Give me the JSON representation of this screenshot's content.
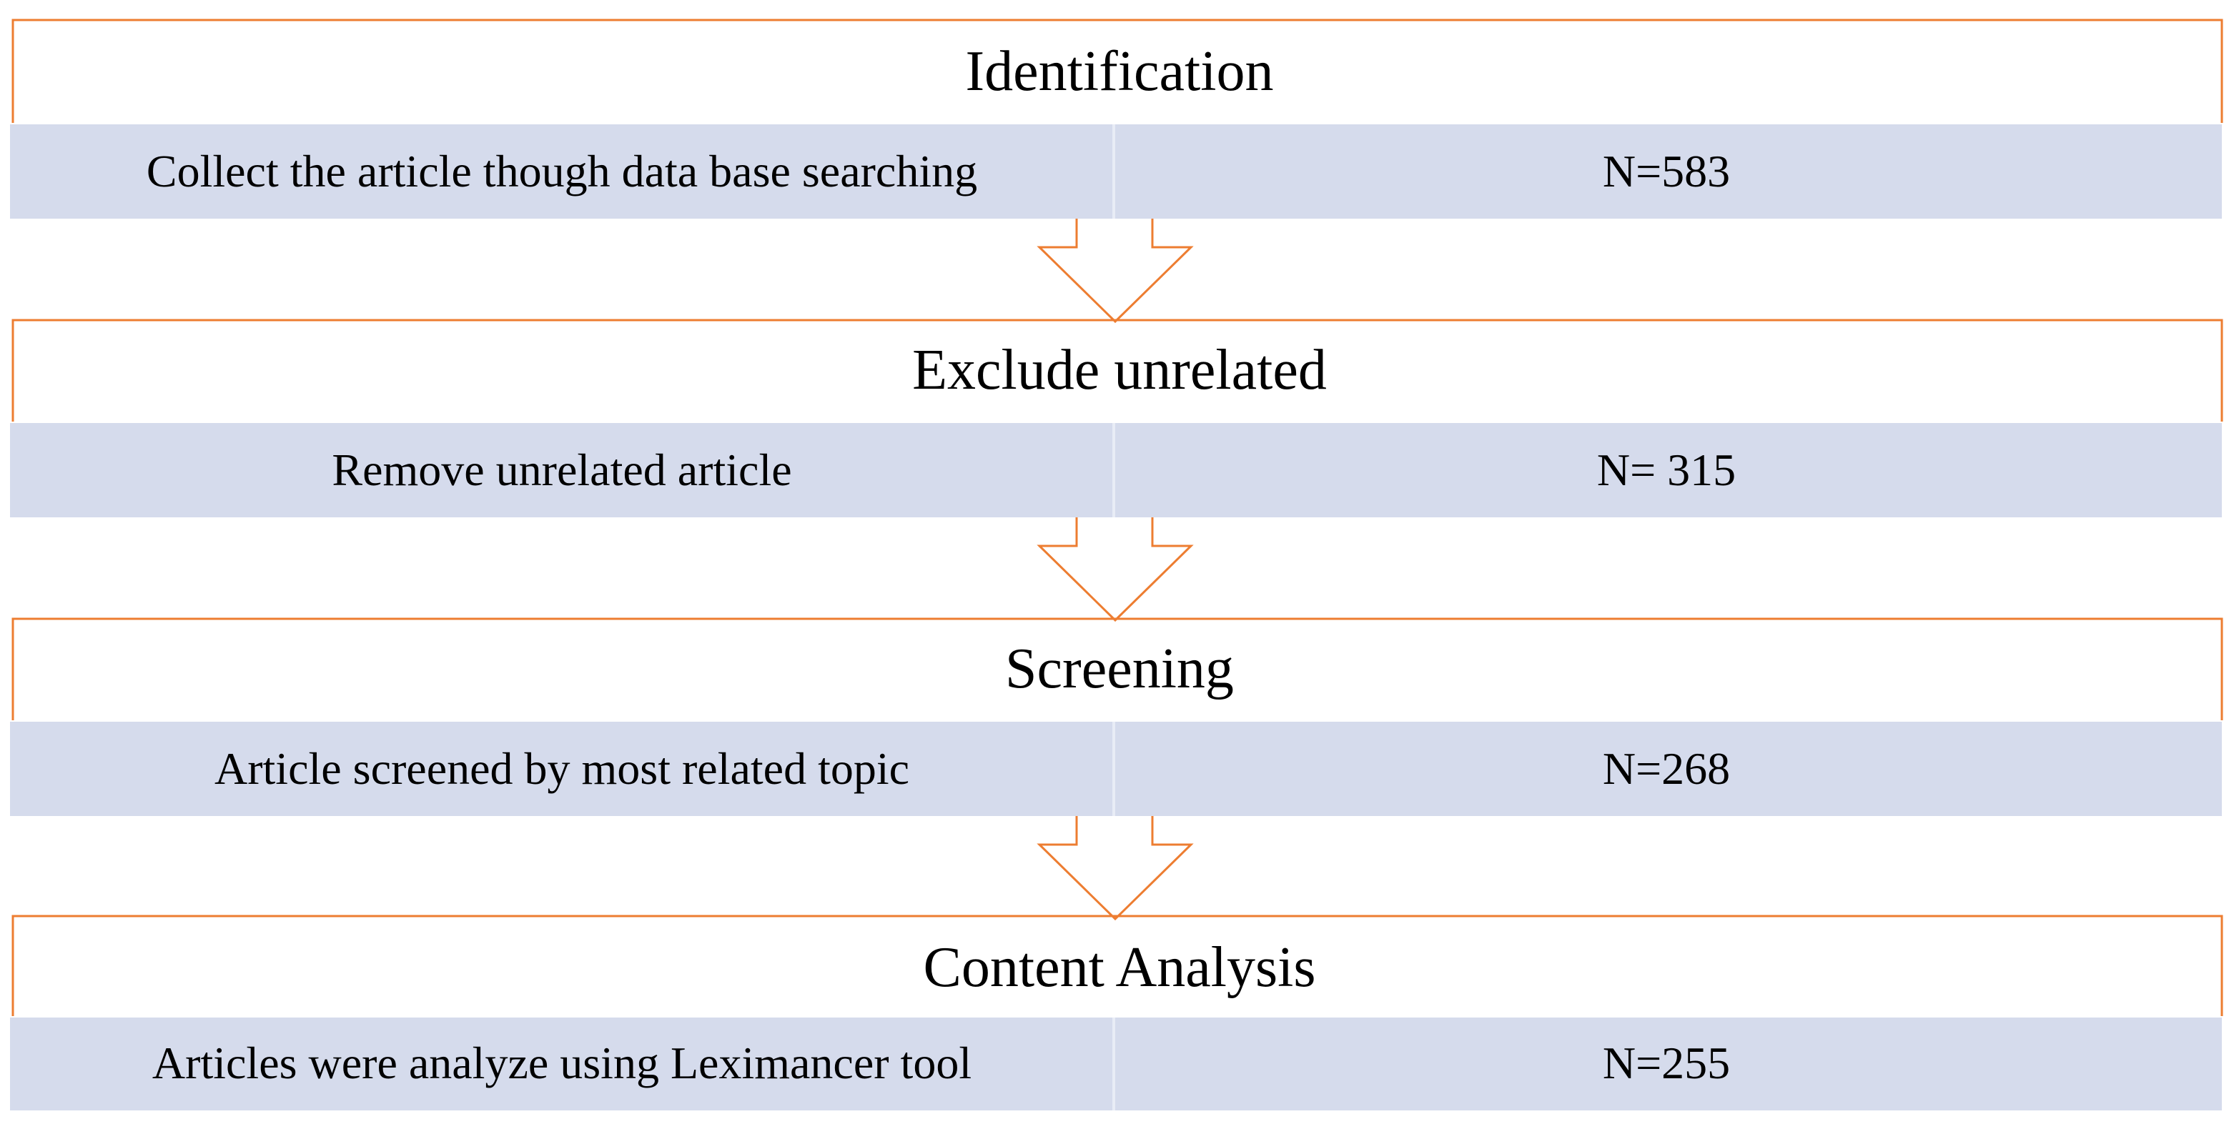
{
  "colors": {
    "frame": "#ED7D31",
    "row_fill": "#D5DBEC",
    "row_divider": "#E8ECF6",
    "background": "#FFFFFF",
    "text": "#000000"
  },
  "stages": [
    {
      "title": "Identification",
      "description": "Collect the article though data base searching",
      "count": "N=583"
    },
    {
      "title": "Exclude unrelated",
      "description": "Remove unrelated article",
      "count": "N= 315"
    },
    {
      "title": "Screening",
      "description": "Article screened by most related topic",
      "count": "N=268"
    },
    {
      "title": "Content Analysis",
      "description": "Articles were analyze using Leximancer tool",
      "count": "N=255"
    }
  ]
}
